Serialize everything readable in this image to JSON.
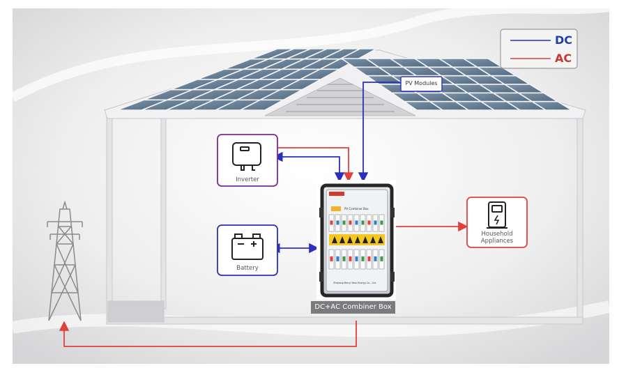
{
  "legend": {
    "dc_label": "DC",
    "ac_label": "AC"
  },
  "colors": {
    "dc": "#2a2fc0",
    "ac": "#e0413c",
    "inverter_border": "#7a2a9a"
  },
  "pv_modules": {
    "label": "PV Modules"
  },
  "inverter": {
    "label": "Inverter"
  },
  "battery": {
    "label": "Battery"
  },
  "household": {
    "line1": "Household",
    "line2": "Appliances"
  },
  "combiner": {
    "caption": "DC+AC Combiner Box",
    "panel_title": "PV Combiner Box",
    "maker": "Zhejiang Benyi New Energy Co., Ltd."
  }
}
